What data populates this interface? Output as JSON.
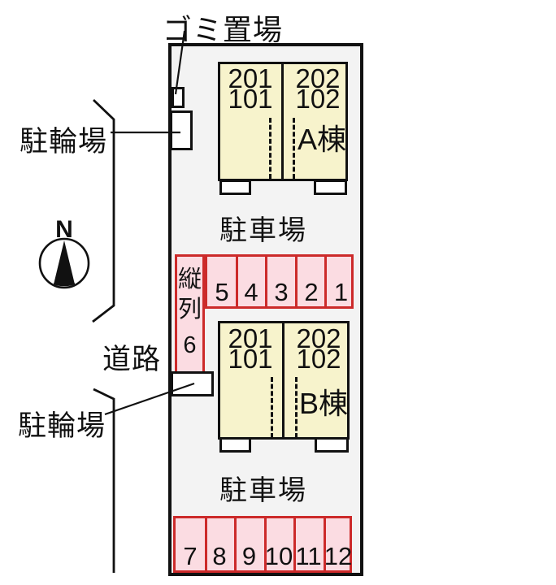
{
  "colors": {
    "site_bg": "#f3f3f3",
    "building_fill": "#f7f3cc",
    "parking_fill": "#fbdce2",
    "parking_border": "#cc2a2a",
    "line": "#111111"
  },
  "labels": {
    "garbage_area": "ゴミ置場",
    "bicycle_parking_upper": "駐輪場",
    "bicycle_parking_lower": "駐輪場",
    "road": "道路",
    "north": "N",
    "parking_lot_upper": "駐車場",
    "parking_lot_lower": "駐車場"
  },
  "buildings": [
    {
      "name": "A棟",
      "left_unit": {
        "upper": "201",
        "lower": "101"
      },
      "right_unit": {
        "upper": "202",
        "lower": "102"
      }
    },
    {
      "name": "B棟",
      "left_unit": {
        "upper": "201",
        "lower": "101"
      },
      "right_unit": {
        "upper": "202",
        "lower": "102"
      }
    }
  ],
  "parking": {
    "tandem": {
      "chars": [
        "縦",
        "列",
        "6"
      ]
    },
    "middle_row": [
      "5",
      "4",
      "3",
      "2",
      "1"
    ],
    "bottom_row": [
      "7",
      "8",
      "9",
      "10",
      "11",
      "12"
    ]
  }
}
